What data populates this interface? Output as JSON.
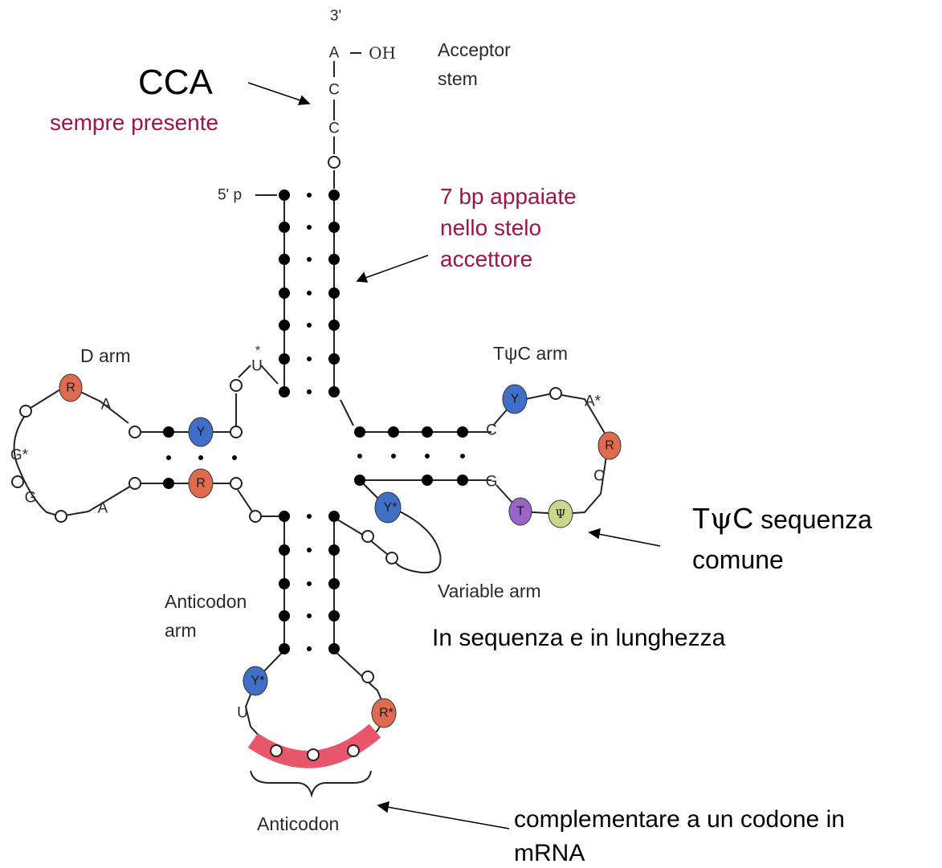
{
  "figure": {
    "three_prime": "3'",
    "acceptor_top": "A",
    "oh": "OH",
    "acceptor_c1": "C",
    "acceptor_c2": "C",
    "five_prime": "5' p",
    "acceptor_stem": [
      "Acceptor",
      "stem"
    ],
    "d_arm": "D arm",
    "tpsic_arm": "TψC arm",
    "variable_arm": "Variable arm",
    "anticodon_arm": [
      "Anticodon",
      "arm"
    ],
    "anticodon": "Anticodon",
    "u_star": "U",
    "star": "*",
    "d_loop": {
      "g_star": "G*",
      "g": "G",
      "a1": "A",
      "a2": "A"
    },
    "t_loop": {
      "a_star": "A*",
      "c": "C",
      "c_left1": "C",
      "g_left": "G"
    },
    "anticodon_u": "U",
    "colored_bases": {
      "r_d_loop": "R",
      "y_d_stem": "Y",
      "r_d_stem": "R",
      "y_t_loop": "Y",
      "r_t_loop": "R",
      "t": "T",
      "psi": "Ψ",
      "y_var": "Y*",
      "y_ac": "Y*",
      "r_ac": "R*"
    }
  },
  "annotations": {
    "cca_title": "CCA",
    "cca_sub": "sempre presente",
    "bp_lines": [
      "7 bp appaiate",
      "nello stelo",
      "accettore"
    ],
    "tpsic_t": "T",
    "tpsic_psi": "ψ",
    "tpsic_c": "C",
    "tpsic_rest": " sequenza",
    "tpsic_line2": "comune",
    "variable_note": "In sequenza e in lunghezza",
    "anticodon_note": [
      "complementare a un codone in",
      "mRNA"
    ]
  },
  "colors": {
    "red_base": "#e06a4e",
    "blue_base": "#3f6fc7",
    "purple_base": "#9a64c8",
    "green_base": "#c9d88a",
    "anticodon_bar": "#e8566b",
    "annotation_red": "#a0134a"
  }
}
